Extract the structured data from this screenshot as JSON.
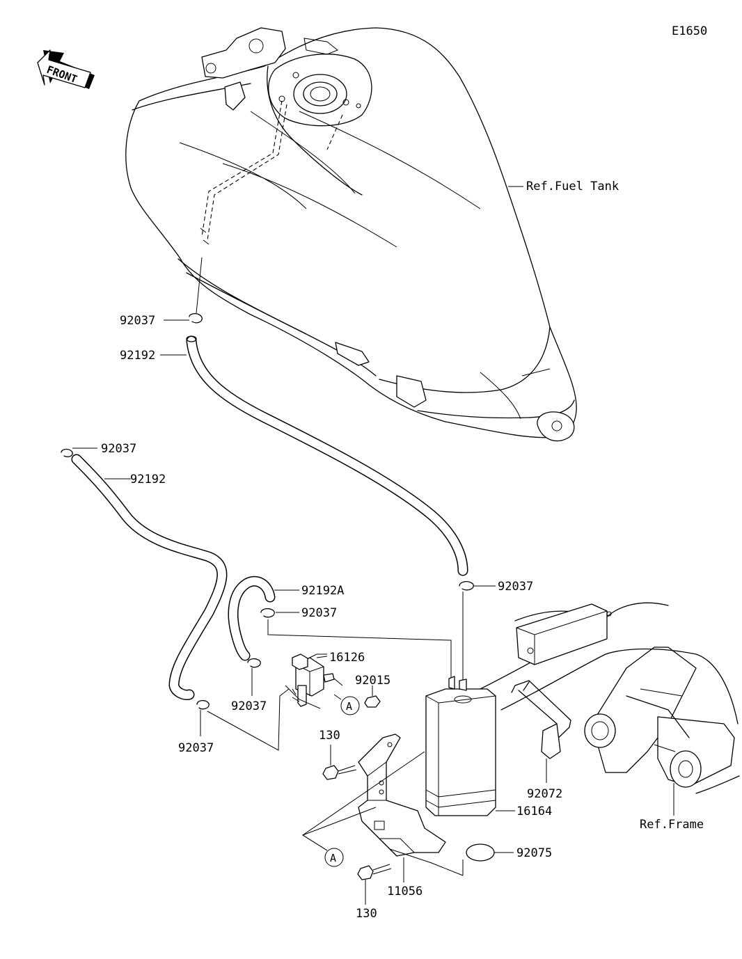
{
  "diagram_code": "E1650",
  "front_label": "FRONT",
  "callouts": {
    "ref_fuel_tank": "Ref.Fuel Tank",
    "clamp_top": "92037",
    "hose_main": "92192",
    "clamp_left": "92037",
    "hose_left": "92192",
    "hose_short": "92192A",
    "clamp_mid": "92037",
    "clamp_canister": "92037",
    "valve": "16126",
    "nut": "92015",
    "clamp_valve": "92037",
    "clamp_lower_left": "92037",
    "bolt_upper": "130",
    "band": "92072",
    "canister": "16164",
    "ref_frame": "Ref.Frame",
    "cap": "92075",
    "bracket": "11056",
    "bolt_lower": "130",
    "ref_a_upper": "A",
    "ref_a_lower": "A"
  },
  "colors": {
    "line": "#000000",
    "background": "#ffffff"
  }
}
